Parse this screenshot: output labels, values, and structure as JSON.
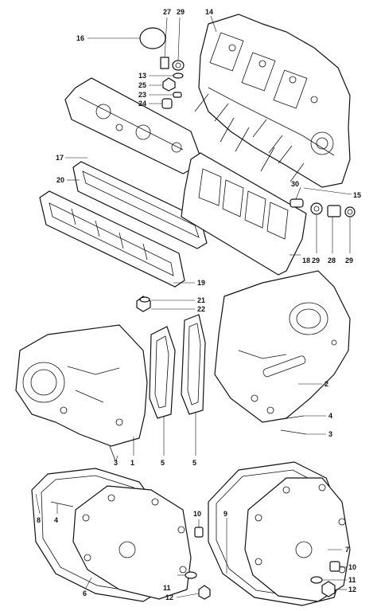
{
  "callouts": [
    {
      "id": "c27",
      "text": "27"
    },
    {
      "id": "c29a",
      "text": "29"
    },
    {
      "id": "c14",
      "text": "14"
    },
    {
      "id": "c16",
      "text": "16"
    },
    {
      "id": "c13",
      "text": "13"
    },
    {
      "id": "c25",
      "text": "25"
    },
    {
      "id": "c23",
      "text": "23"
    },
    {
      "id": "c24",
      "text": "24"
    },
    {
      "id": "c17",
      "text": "17"
    },
    {
      "id": "c20",
      "text": "20"
    },
    {
      "id": "c30",
      "text": "30"
    },
    {
      "id": "c15",
      "text": "15"
    },
    {
      "id": "c18",
      "text": "18"
    },
    {
      "id": "c29b",
      "text": "29"
    },
    {
      "id": "c28",
      "text": "28"
    },
    {
      "id": "c29c",
      "text": "29"
    },
    {
      "id": "c19",
      "text": "19"
    },
    {
      "id": "c21",
      "text": "21"
    },
    {
      "id": "c22",
      "text": "22"
    },
    {
      "id": "c2",
      "text": "2"
    },
    {
      "id": "c4a",
      "text": "4"
    },
    {
      "id": "c3a",
      "text": "3"
    },
    {
      "id": "c3b",
      "text": "3"
    },
    {
      "id": "c1",
      "text": "1"
    },
    {
      "id": "c5a",
      "text": "5"
    },
    {
      "id": "c5b",
      "text": "5"
    },
    {
      "id": "c8",
      "text": "8"
    },
    {
      "id": "c4b",
      "text": "4"
    },
    {
      "id": "c10a",
      "text": "10"
    },
    {
      "id": "c9",
      "text": "9"
    },
    {
      "id": "c7",
      "text": "7"
    },
    {
      "id": "c10b",
      "text": "10"
    },
    {
      "id": "c11a",
      "text": "11"
    },
    {
      "id": "c11b",
      "text": "11"
    },
    {
      "id": "c6",
      "text": "6"
    },
    {
      "id": "c12a",
      "text": "12"
    },
    {
      "id": "c12b",
      "text": "12"
    }
  ]
}
